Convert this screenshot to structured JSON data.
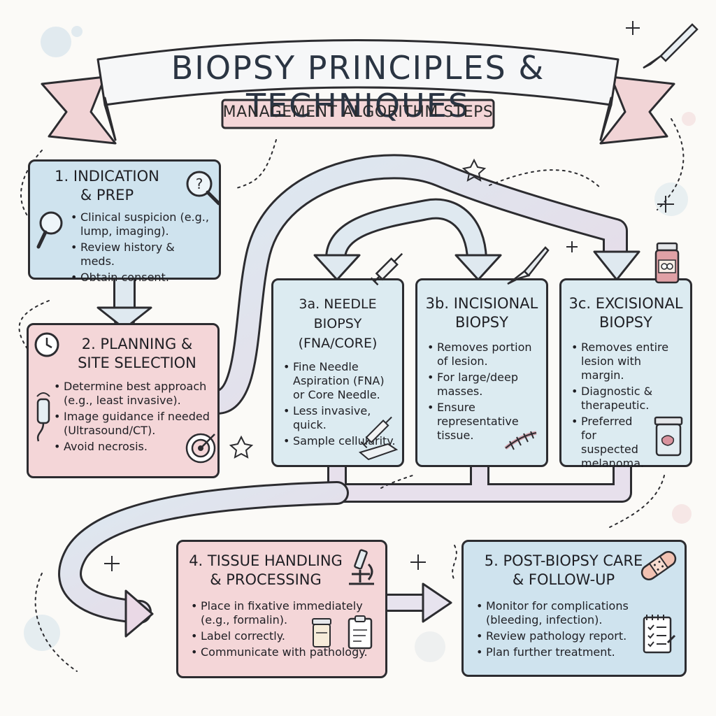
{
  "title": "BIOPSY PRINCIPLES & TECHNIQUES",
  "subtitle": "MANAGEMENT ALGORITHM STEPS",
  "colors": {
    "blue": "#cfe3ee",
    "pink": "#f4d6d8",
    "lightblue": "#dcebf1",
    "ink": "#2c2c30",
    "arrow": "#dfe9f0"
  },
  "steps": {
    "s1": {
      "title": [
        "1. INDICATION",
        "& PREP"
      ],
      "bullets": [
        "Clinical suspicion (e.g., lump, imaging).",
        "Review history & meds.",
        "Obtain consent."
      ],
      "icons": [
        "question-magnifier-icon",
        "magnifying-glass-icon"
      ]
    },
    "s2": {
      "title": [
        "2. PLANNING &",
        "SITE SELECTION"
      ],
      "bullets": [
        "Determine best approach (e.g., least invasive).",
        "Image guidance if needed (Ultrasound/CT).",
        "Avoid necrosis."
      ],
      "icons": [
        "clock-icon",
        "ultrasound-probe-icon",
        "target-icon"
      ]
    },
    "s3a": {
      "title": [
        "3a. NEEDLE BIOPSY",
        "(FNA/CORE)"
      ],
      "bullets": [
        "Fine Needle Aspiration (FNA) or Core Needle.",
        "Less invasive, quick.",
        "Sample cellularity."
      ],
      "icons": [
        "syringe-icon",
        "syringe-slide-icon"
      ]
    },
    "s3b": {
      "title": [
        "3b. INCISIONAL",
        "BIOPSY"
      ],
      "bullets": [
        "Removes portion of lesion.",
        "For large/deep masses.",
        "Ensure representative tissue."
      ],
      "icons": [
        "scalpel-icon",
        "sutured-incision-icon"
      ]
    },
    "s3c": {
      "title": [
        "3c. EXCISIONAL",
        "BIOPSY"
      ],
      "bullets": [
        "Removes entire lesion with margin.",
        "Diagnostic & therapeutic.",
        "Preferred for suspected melanoma."
      ],
      "icons": [
        "medicine-bottle-icon",
        "specimen-jar-icon"
      ]
    },
    "s4": {
      "title": [
        "4. TISSUE HANDLING",
        "& PROCESSING"
      ],
      "bullets": [
        "Place in fixative immediately (e.g., formalin).",
        "Label correctly.",
        "Communicate with pathology."
      ],
      "icons": [
        "microscope-icon",
        "specimen-jar-icon",
        "clipboard-icon"
      ]
    },
    "s5": {
      "title": [
        "5. POST-BIOPSY CARE",
        "& FOLLOW-UP"
      ],
      "bullets": [
        "Monitor for complications (bleeding, infection).",
        "Review pathology report.",
        "Plan further treatment."
      ],
      "icons": [
        "bandage-icon",
        "checklist-icon"
      ]
    }
  }
}
